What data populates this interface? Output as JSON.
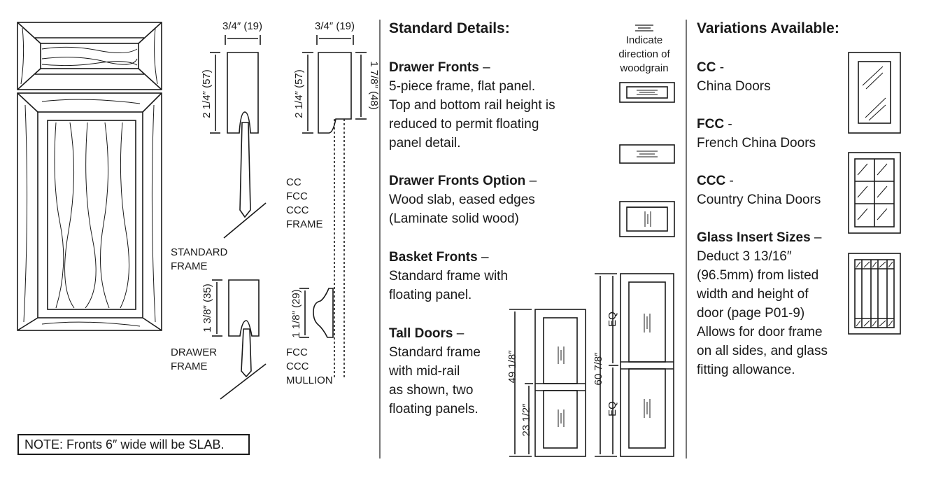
{
  "dims": {
    "top_w1": "3/4″ (19)",
    "top_w2": "3/4″ (19)",
    "std_h": "2 1/4″ (57)",
    "cc_h": "2 1/4″ (57)",
    "cc_lip": "1 7/8″ (48)",
    "drawer_h": "1 3/8″ (35)",
    "mullion_h": "1 1/8″ (29)",
    "tall_total": "49 1/8″",
    "tall_lower": "23 1/2″",
    "tall2_total": "60 7/8″",
    "eq_top": "EQ",
    "eq_bottom": "EQ"
  },
  "profile_labels": {
    "standard_frame": [
      "STANDARD",
      "FRAME"
    ],
    "cc_frame": [
      "CC",
      "FCC",
      "CCC",
      "FRAME"
    ],
    "drawer_frame": [
      "DRAWER",
      "FRAME"
    ],
    "mullion": [
      "FCC",
      "CCC",
      "MULLION"
    ]
  },
  "woodgrain": [
    "Indicate",
    "direction of",
    "woodgrain"
  ],
  "standard": {
    "heading": "Standard Details:",
    "drawer_fronts": {
      "title": "Drawer Fronts",
      "dash": " –",
      "lines": [
        "5-piece frame, flat panel.",
        "Top and bottom rail height is",
        "reduced to permit floating",
        "panel detail."
      ]
    },
    "drawer_option": {
      "title": "Drawer Fronts Option",
      "dash": " –",
      "lines": [
        "Wood slab, eased edges",
        "(Laminate solid wood)"
      ]
    },
    "basket": {
      "title": "Basket Fronts",
      "dash": " –",
      "lines": [
        "Standard frame with",
        "floating panel."
      ]
    },
    "tall": {
      "title": "Tall Doors",
      "dash": " –",
      "lines": [
        "Standard frame",
        "with mid-rail",
        "as shown, two",
        "floating panels."
      ]
    }
  },
  "variations": {
    "heading": "Variations Available:",
    "cc": {
      "code": "CC",
      "dash": " -",
      "name": "China Doors"
    },
    "fcc": {
      "code": "FCC",
      "dash": " -",
      "name": "French China Doors"
    },
    "ccc": {
      "code": "CCC",
      "dash": " -",
      "name": "Country China Doors"
    },
    "glass": {
      "title": "Glass Insert Sizes",
      "dash": " –",
      "lines": [
        "Deduct 3 13/16″",
        "(96.5mm) from listed",
        "width and height of",
        "door (page P01-9)",
        "Allows for door frame",
        "on all sides, and glass",
        "fitting allowance."
      ]
    }
  },
  "note": "NOTE: Fronts 6″ wide will be SLAB."
}
